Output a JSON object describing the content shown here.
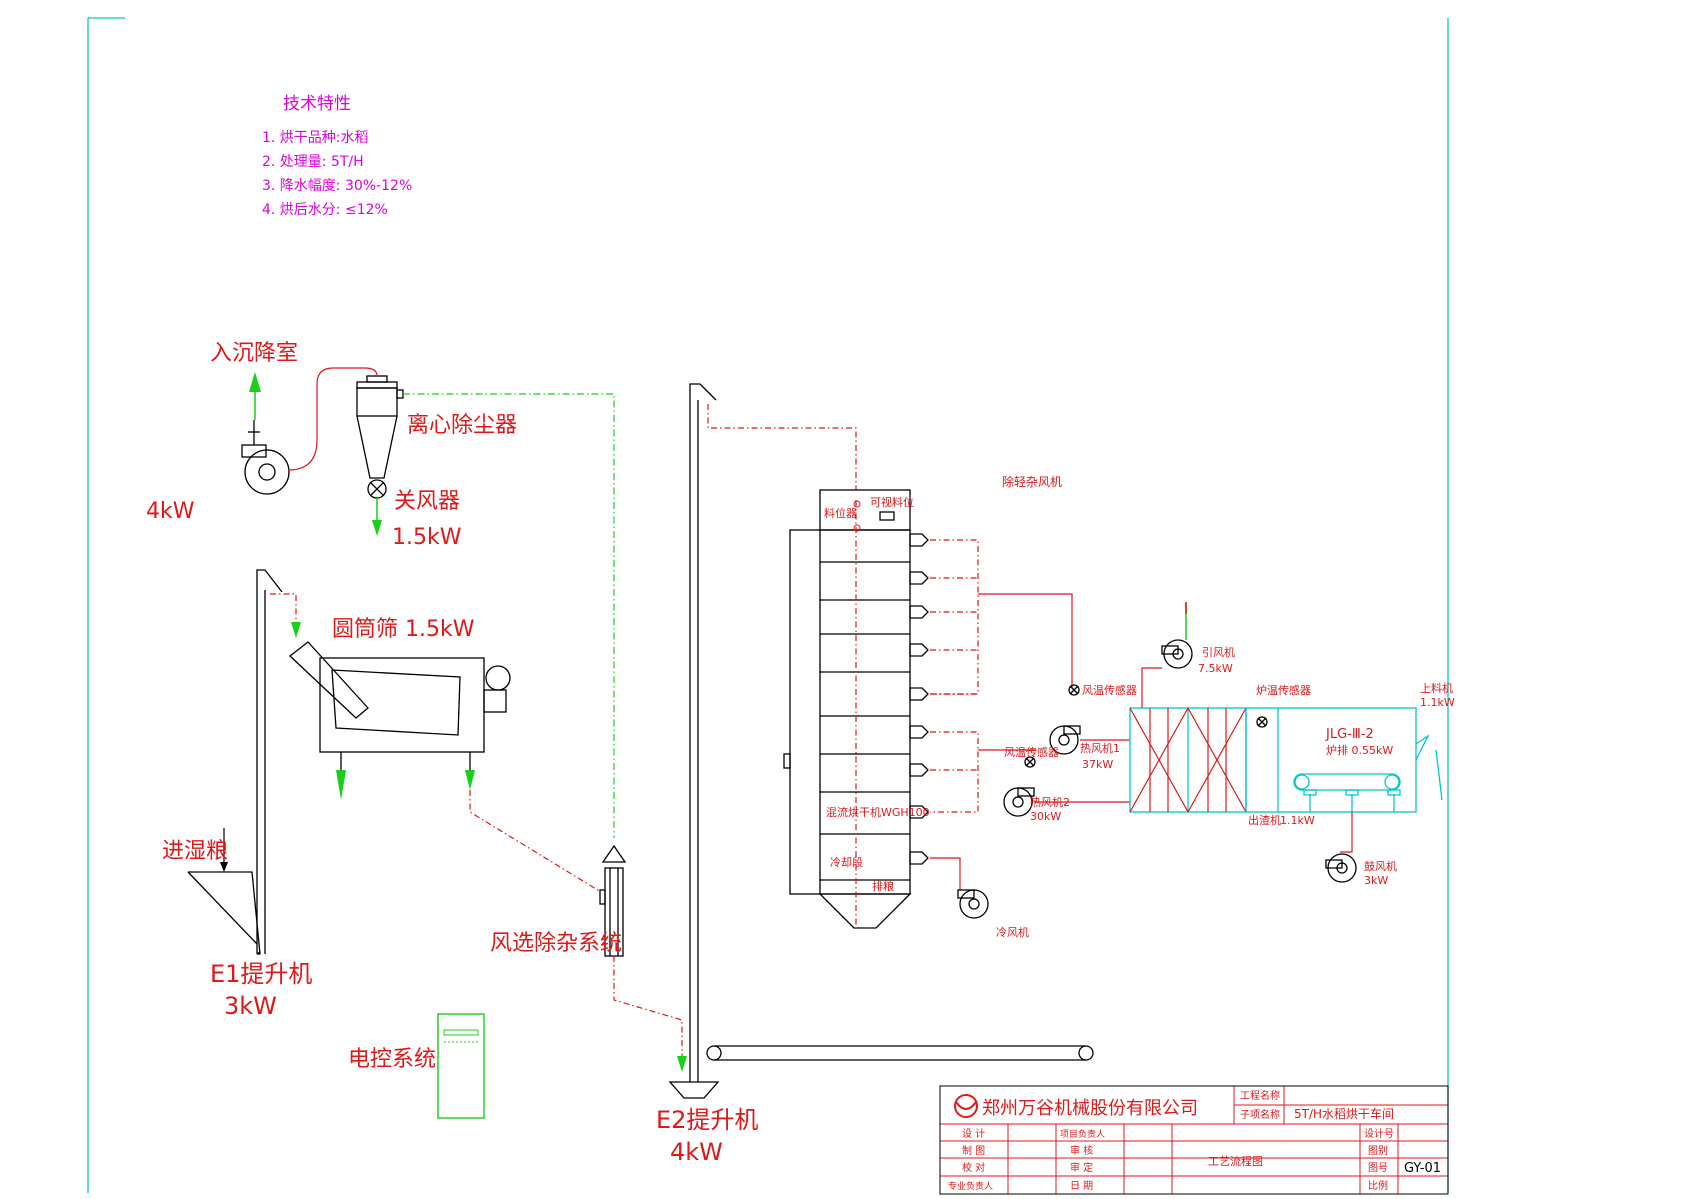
{
  "tech_specs": {
    "heading": "技术特性",
    "items": [
      "1. 烘干品种:水稻",
      "2. 处理量: 5T/H",
      "3. 降水幅度: 30%-12%",
      "4. 烘后水分: ≤12%"
    ]
  },
  "labels": {
    "to_settling_chamber": "入沉降室",
    "cyclone": "离心除尘器",
    "fan_power": "4kW",
    "airlock": "关风器",
    "airlock_power": "1.5kW",
    "drum_screen": "圆筒筛 1.5kW",
    "wet_grain_in": "进湿粮",
    "e1_elevator": "E1提升机",
    "e1_power": "3kW",
    "air_separation": "风选除杂系统",
    "control_system": "电控系统",
    "e2_elevator": "E2提升机",
    "e2_power": "4kW",
    "impurity_fan": "除轻杂风机",
    "level_sensor": "料位器",
    "visual_level": "可视料位",
    "dryer_model": "混流烘干机WGH100",
    "cooling_section": "冷却段",
    "discharge": "排粮",
    "cooling_fan": "冷风机",
    "induced_fan": "引风机",
    "induced_fan_power": "7.5kW",
    "air_temp_sensor": "风温传感器",
    "furnace_temp_sensor": "炉温传感器",
    "hot_fan1": "热风机1",
    "hot_fan1_power": "37kW",
    "air_temp_sensor2": "风温传感器",
    "hot_fan2": "热风机2",
    "hot_fan2_power": "30kW",
    "furnace_model": "JLG-Ⅲ-2",
    "grate": "炉排 0.55kW",
    "feeder": "上料机",
    "feeder_power": "1.1kW",
    "ash_remover": "出渣机",
    "ash_remover_power": "1.1kW",
    "blower": "鼓风机",
    "blower_power": "3kW"
  },
  "title_block": {
    "company": "郑州万谷机械股份有限公司",
    "project_name_label": "工程名称",
    "subitem_name_label": "子项名称",
    "subitem_name_value": "5T/H水稻烘干车间",
    "design": "设 计",
    "drawing": "制 图",
    "check": "校 对",
    "specialty_lead": "专业负责人",
    "project_lead": "项目负责人",
    "review": "审 核",
    "approve": "审 定",
    "date": "日 期",
    "drawing_title": "工艺流程图",
    "design_no": "设计号",
    "drawing_category": "图别",
    "drawing_no_label": "图号",
    "drawing_no_value": "GY-01",
    "scale": "比例"
  },
  "colors": {
    "red": "#e01818",
    "magenta": "#e000e0",
    "green": "#18d018",
    "cyan": "#00c8c8",
    "black": "#000000"
  }
}
